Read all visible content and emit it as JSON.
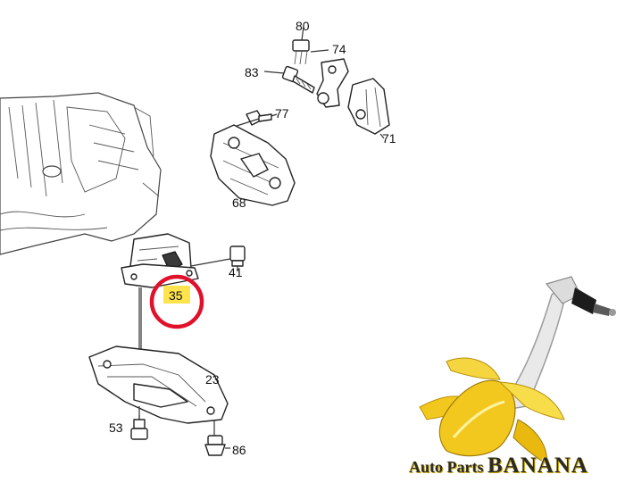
{
  "diagram": {
    "part_numbers": [
      "80",
      "74",
      "83",
      "77",
      "71",
      "68",
      "41",
      "35",
      "23",
      "53",
      "86"
    ],
    "highlighted_part": "35",
    "highlight_color": "#ffe44d",
    "callout_circle_color": "#e0112b"
  },
  "watermark": {
    "brand_part1": "Auto Parts ",
    "brand_part2": "BANANA",
    "banana_color": "#f2c81e",
    "arm_color": "#e9e9e9"
  }
}
